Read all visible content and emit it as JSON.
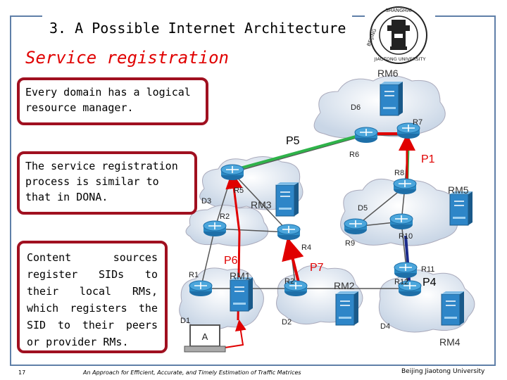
{
  "header": {
    "title": "3. A Possible Internet Architecture"
  },
  "logo": {
    "icon": "university-seal-icon",
    "text_top": "SHANGHAI",
    "text_left": "BEIJING",
    "text_bottom": "JIAOTONG UNIVERSITY"
  },
  "section_title": "Service registration",
  "callouts": {
    "domain_text": "Every domain has a logical resource manager.",
    "process_text": "The service registration process is similar to that in DONA.",
    "content_text": "Content sources register SIDs to their local RMs, which registers the SID to their peers or provider RMs."
  },
  "diagram": {
    "rm_labels": {
      "rm6": "RM6",
      "rm5": "RM5",
      "rm3": "RM3",
      "rm1": "RM1",
      "rm2": "RM2",
      "rm4": "RM4"
    },
    "router_labels": {
      "r1": "R1",
      "r2": "R2",
      "r4": "R4",
      "r5": "R5",
      "r6": "R6",
      "r7": "R7",
      "r8": "R8",
      "r9": "R9",
      "r10": "R10",
      "r11": "R11",
      "r12": "R12"
    },
    "domain_labels": {
      "d1": "D1",
      "d2": "D2",
      "d3": "D3",
      "d4": "D4",
      "d5": "D5",
      "d6": "D6"
    },
    "path_labels": {
      "p1": "P1",
      "p4": "P4",
      "p5": "P5",
      "p6": "P6",
      "p7": "P7"
    },
    "content_host_label": "A",
    "colors": {
      "red": "#e00000",
      "green": "#2fb34a",
      "navy": "#1a2a8a",
      "link": "#555555"
    }
  },
  "footer": {
    "page_number": "17",
    "citation": "An Approach for Efficient, Accurate, and Timely Estimation of Traffic Matrices",
    "institution": "Beijing Jiaotong University"
  }
}
